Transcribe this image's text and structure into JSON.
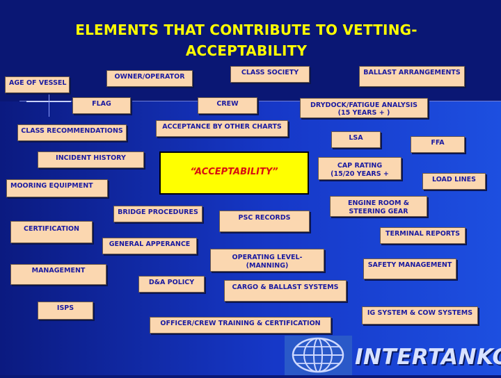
{
  "title": {
    "line1": "ELEMENTS THAT CONTRIBUTE TO VETTING-",
    "line2": "ACCEPTABILITY"
  },
  "center": "“ACCEPTABILITY”",
  "boxes": {
    "age_of_vessel": "AGE OF VESSEL",
    "owner_operator": "OWNER/OPERATOR",
    "class_society": "CLASS SOCIETY",
    "ballast_arrangements": "BALLAST ARRANGEMENTS",
    "flag": "FLAG",
    "crew": "CREW",
    "drydock_line1": "DRYDOCK/FATIGUE ANALYSIS",
    "drydock_line2": "(15 YEARS + )",
    "class_recommendations": "CLASS RECOMMENDATIONS",
    "acceptance_other_charts": "ACCEPTANCE BY OTHER CHARTS",
    "lsa": "LSA",
    "ffa": "FFA",
    "incident_history": "INCIDENT HISTORY",
    "cap_line1": "CAP RATING",
    "cap_line2": "(15/20 YEARS +",
    "load_lines": "LOAD LINES",
    "mooring_equipment": "MOORING EQUIPMENT",
    "engine_line1": "ENGINE ROOM &",
    "engine_line2": "STEERING GEAR",
    "bridge_procedures": "BRIDGE PROCEDURES",
    "psc_records": "PSC RECORDS",
    "certification": "CERTIFICATION",
    "terminal_reports": "TERMINAL REPORTS",
    "general_apperance": "GENERAL APPERANCE",
    "operating_line1": "OPERATING LEVEL-",
    "operating_line2": "(MANNING)",
    "safety_management": "SAFETY MANAGEMENT",
    "management": "MANAGEMENT",
    "da_policy": "D&A POLICY",
    "cargo_ballast": "CARGO & BALLAST SYSTEMS",
    "isps": "ISPS",
    "ig_system": "IG SYSTEM & COW SYSTEMS",
    "officer_training": "OFFICER/CREW TRAINING & CERTIFICATION"
  },
  "logo": {
    "text": "INTERTANKO"
  },
  "colors": {
    "title": "#ffff00",
    "box_fill": "#fbd7b0",
    "box_text": "#1a1aa0",
    "center_fill": "#ffff00",
    "center_text": "#d81010"
  }
}
